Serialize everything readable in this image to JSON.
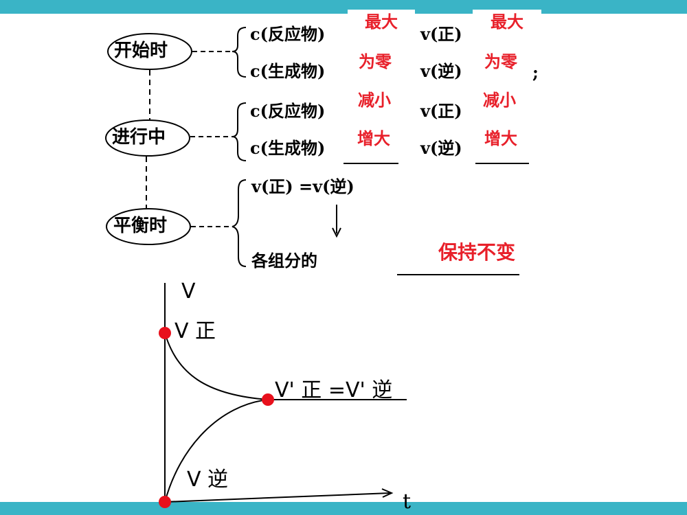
{
  "colors": {
    "accent_bar": "#3ab4c6",
    "answer": "#e8202a",
    "point": "#e8101c"
  },
  "nodes": {
    "start": "开始时",
    "progress": "进行中",
    "equilibrium": "平衡时"
  },
  "rows": {
    "c_reactant": "c(反应物)",
    "c_product": "c(生成物)",
    "v_forward": "v(正)",
    "v_reverse": "v(逆)",
    "equality": "v(正) =v(逆)",
    "composition": "各组分的",
    "semicolon": ";"
  },
  "answers": {
    "start_c_reactant": "最大",
    "start_v_forward": "最大",
    "start_c_product": "为零",
    "start_v_reverse": "为零",
    "prog_c_reactant": "减小",
    "prog_v_forward": "减小",
    "prog_c_product": "增大",
    "prog_v_reverse": "增大",
    "equilibrium": "保持不变"
  },
  "graph": {
    "y_axis_label": "V",
    "x_axis_label": "t",
    "v_forward_label": "V 正",
    "equilibrium_label": "V' 正 =V' 逆",
    "v_reverse_label": "V 逆"
  }
}
